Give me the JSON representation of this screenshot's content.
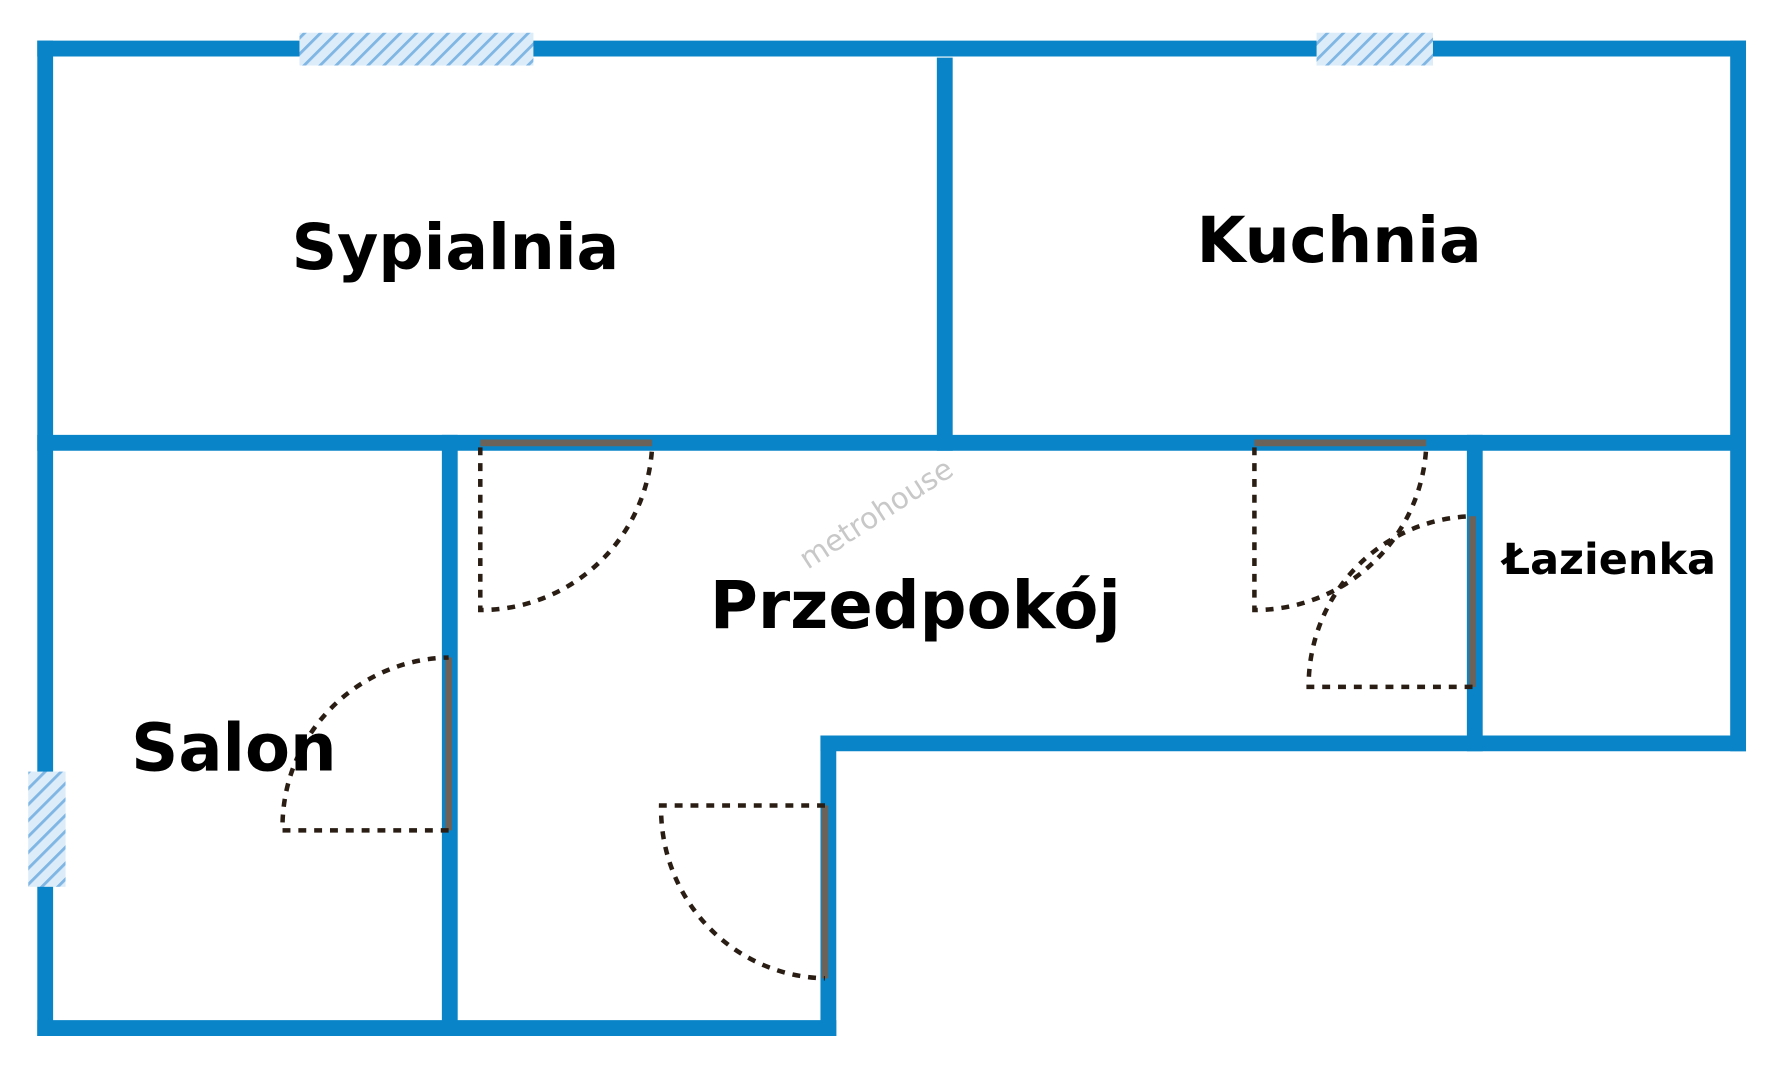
{
  "floor_plan": {
    "rooms": [
      {
        "name": "Sypialnia"
      },
      {
        "name": "Kuchnia"
      },
      {
        "name": "Przedpokój"
      },
      {
        "name": "Salon"
      },
      {
        "name": "Łazienka"
      }
    ],
    "watermark": "metrohouse",
    "colors": {
      "wall": "#0a84c8",
      "window": "#8fc3ea",
      "door": "#6b6259"
    }
  }
}
